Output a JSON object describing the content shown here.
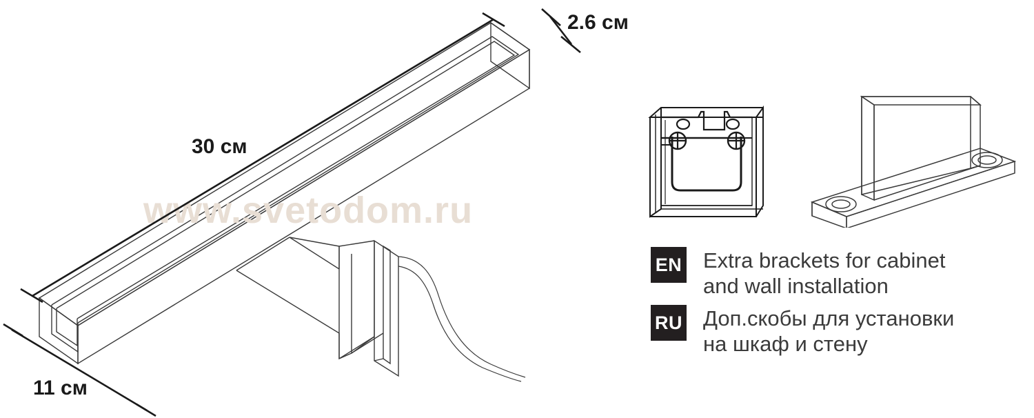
{
  "page": {
    "kind": "product-dimension-diagram",
    "background_color": "#ffffff",
    "line_color": "#3a3a3a",
    "dim_color": "#1a1a1a"
  },
  "watermark": {
    "text": "www.svetodom.ru",
    "color": "#e8ded4"
  },
  "dimensions": {
    "length": {
      "value": "30 см",
      "axis": "length"
    },
    "depth": {
      "value": "2.6 см",
      "axis": "depth"
    },
    "width": {
      "value": "11 см",
      "axis": "width"
    }
  },
  "product": {
    "name": "linear-led-mirror-lamp",
    "parts": {
      "body": "extruded-bar-housing",
      "diffuser": "recessed-diffuser-channel",
      "bracket": "u-shaped-mounting-bracket",
      "cord": "power-cord"
    }
  },
  "details": {
    "bracket_clamp": {
      "name": "u-shaped-clamp-bracket",
      "features": [
        "two-cross-head-screws",
        "two-pilot-holes"
      ]
    },
    "bracket_wall_plate": {
      "name": "t-shaped-wall-plate-bracket",
      "features": [
        "two-countersunk-holes",
        "vertical-fin"
      ]
    }
  },
  "legend": {
    "rows": [
      {
        "badge": "EN",
        "lines": [
          "Extra brackets for cabinet",
          "and wall installation"
        ]
      },
      {
        "badge": "RU",
        "lines": [
          "Доп.скобы для установки",
          "на шкаф и стену"
        ]
      }
    ],
    "badge_color": "#231f20",
    "text_color": "#3b3b3b"
  }
}
